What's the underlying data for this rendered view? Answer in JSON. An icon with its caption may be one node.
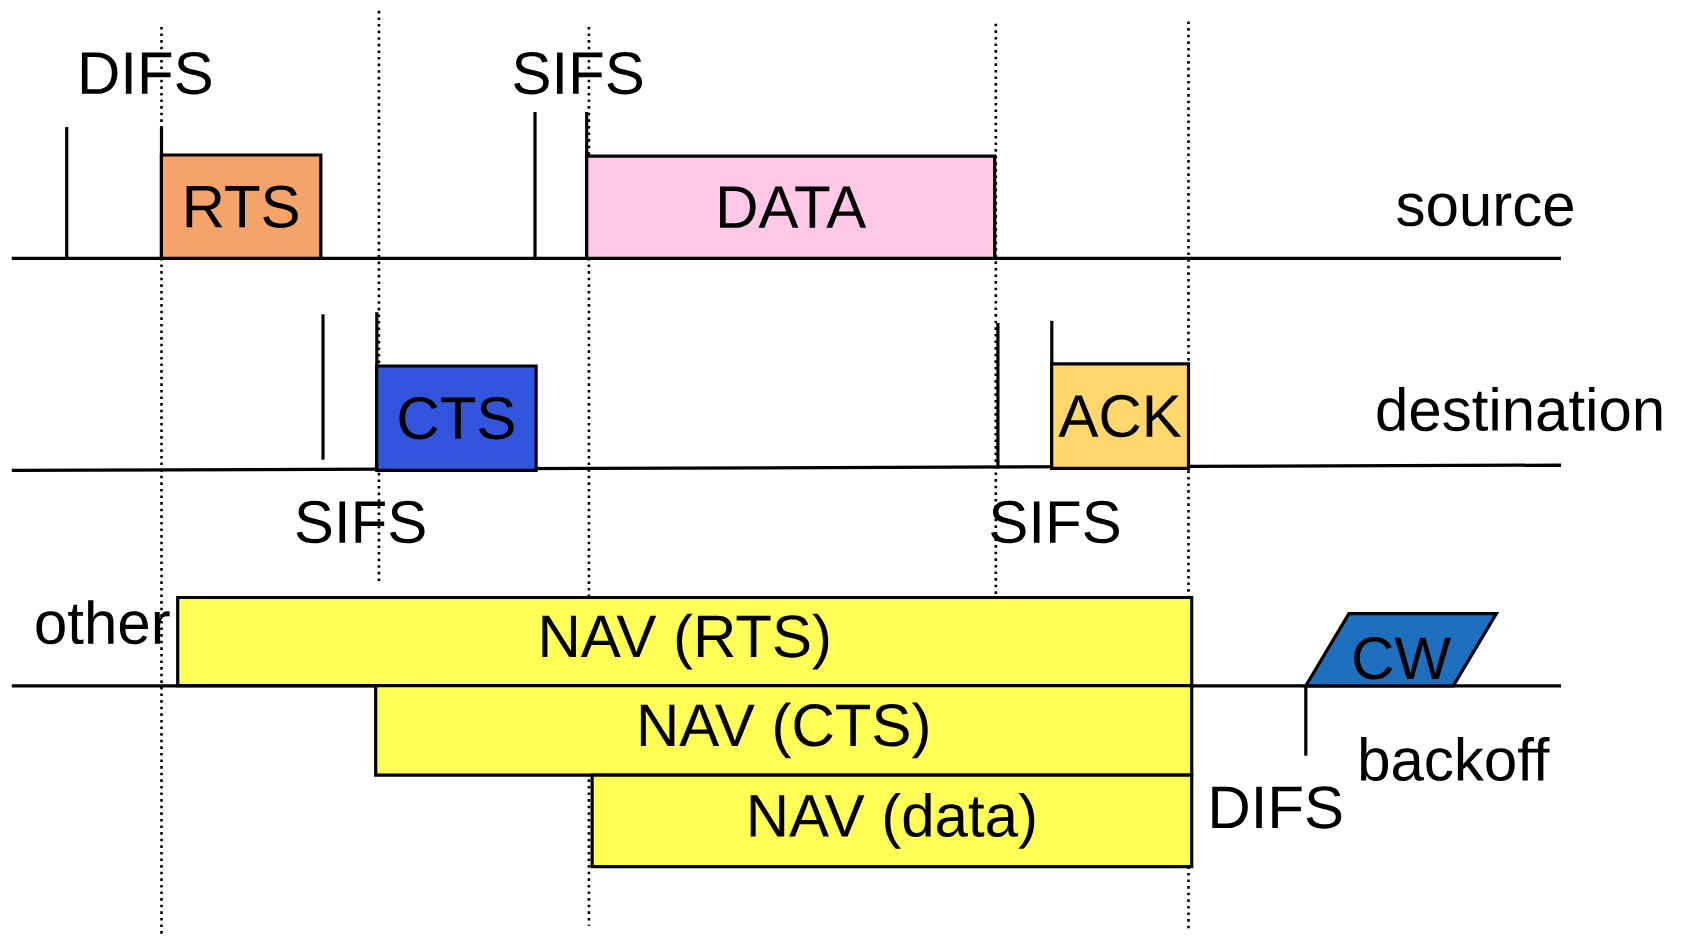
{
  "diagram": {
    "nodes": [
      {
        "text": [
          "RTS"
        ]
      },
      {
        "text": [
          "DATA"
        ]
      },
      {
        "text": [
          "CTS"
        ]
      },
      {
        "text": [
          "ACK"
        ]
      },
      {
        "text": [
          "NAV (RTS)"
        ]
      },
      {
        "text": [
          "NAV (CTS)"
        ]
      },
      {
        "text": [
          "NAV (data)"
        ]
      },
      {
        "text": [
          "CW"
        ]
      }
    ],
    "labels": [
      "DIFS",
      "SIFS",
      "source",
      "destination",
      "SIFS",
      "SIFS",
      "other",
      "backoff",
      "DIFS"
    ]
  }
}
